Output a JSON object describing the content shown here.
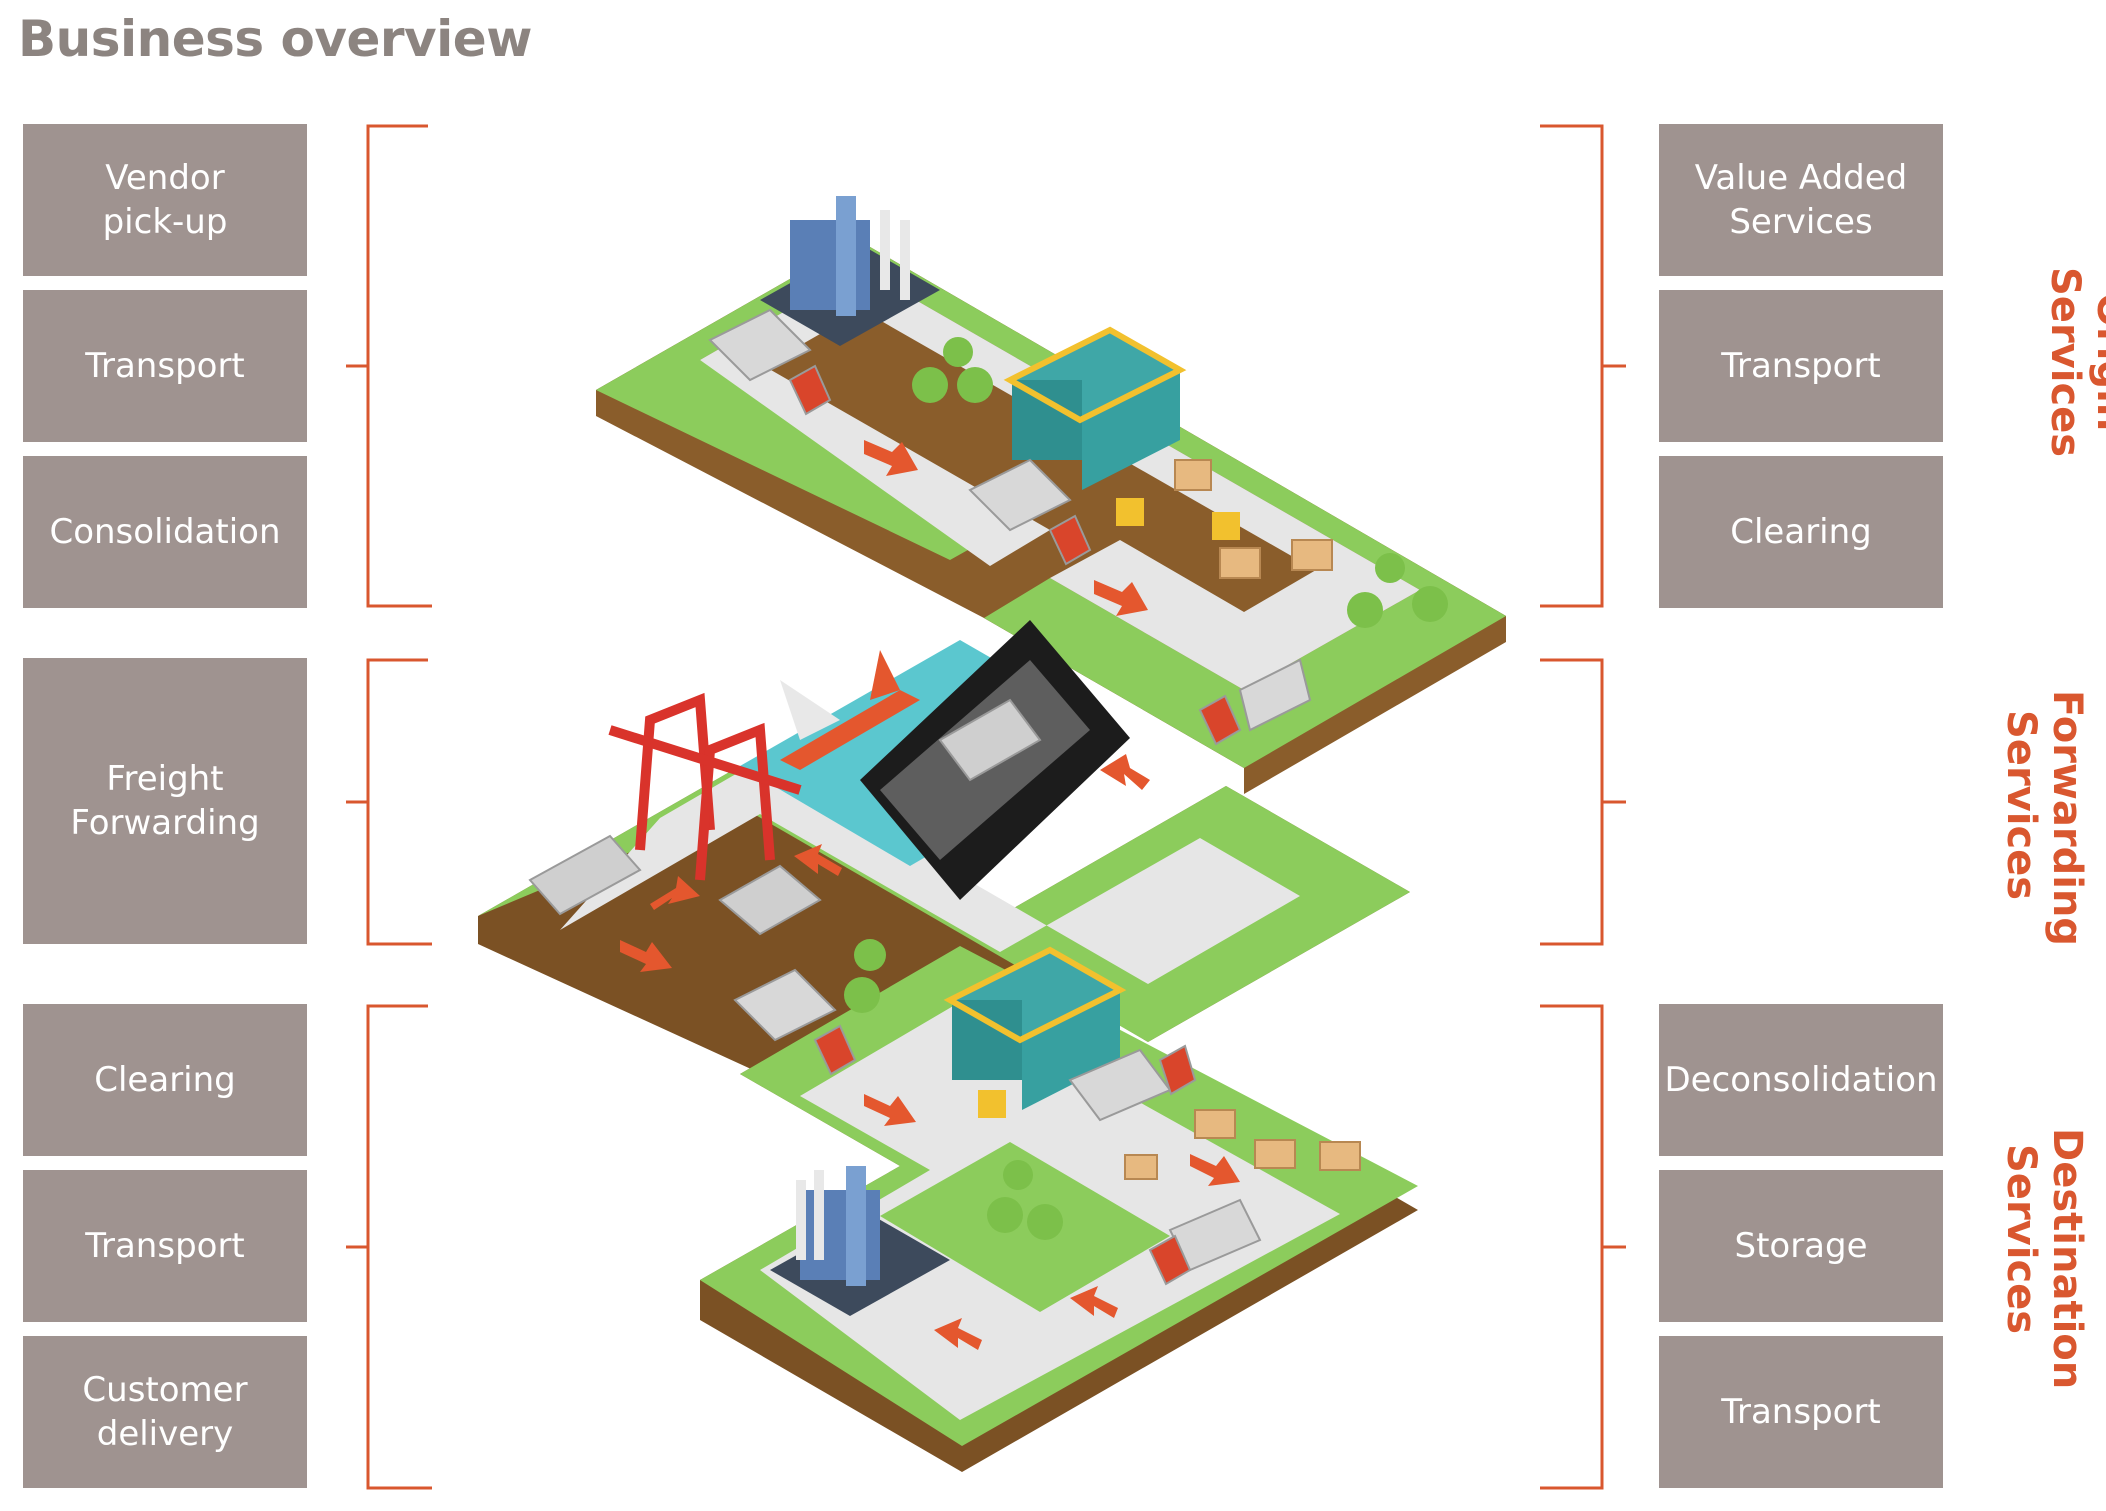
{
  "title": "Business overview",
  "colors": {
    "box_fill": "#9f9390",
    "box_text": "#ffffff",
    "bracket": "#d9572f",
    "label": "#d9572f",
    "grass": "#8ccc5c",
    "road": "#e6e6e6",
    "soil": "#7b5124",
    "water": "#5bc7cf",
    "arrow": "#e4572e"
  },
  "left_boxes": [
    {
      "label": "Vendor\npick-up"
    },
    {
      "label": "Transport"
    },
    {
      "label": "Consolidation"
    },
    {
      "label": "Freight\nForwarding"
    },
    {
      "label": "Clearing"
    },
    {
      "label": "Transport"
    },
    {
      "label": "Customer\ndelivery"
    }
  ],
  "right_boxes": [
    {
      "label": "Value Added\nServices"
    },
    {
      "label": "Transport"
    },
    {
      "label": "Clearing"
    },
    {
      "label": "Deconsolidation"
    },
    {
      "label": "Storage"
    },
    {
      "label": "Transport"
    }
  ],
  "section_labels": [
    {
      "label": "Origin Services"
    },
    {
      "label": "Forwarding\nServices"
    },
    {
      "label": "Destination\nServices"
    }
  ],
  "illustration": {
    "icons": [
      "factory-icon",
      "truck-icon",
      "warehouse-icon",
      "forklift-icon",
      "pallet-icon",
      "tree-icon",
      "airplane-icon",
      "ship-icon",
      "crane-icon",
      "container-icon",
      "direction-arrow-icon"
    ]
  }
}
